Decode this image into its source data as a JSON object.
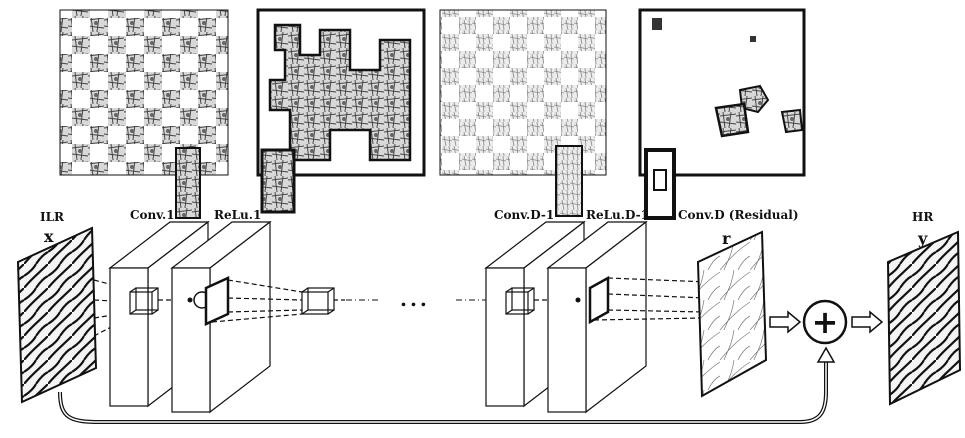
{
  "labels": {
    "ilr": "ILR",
    "hr": "HR",
    "conv1": "Conv.1",
    "relu1": "ReLu.1",
    "convd1": "Conv.D-1",
    "relud1": "ReLu.D-1",
    "convd": "Conv.D (Residual)"
  },
  "symbols": {
    "input": "x",
    "output": "y",
    "residual": "r",
    "ellipsis": "...",
    "plus": "+"
  },
  "colors": {
    "ink": "#111111",
    "paper": "#ffffff",
    "texture_dark": "#4a4a4a",
    "texture_light": "#cfcfcf"
  },
  "icons": [
    "addition-node-icon",
    "skip-connection-arrow-icon",
    "forward-arrow-icon"
  ]
}
